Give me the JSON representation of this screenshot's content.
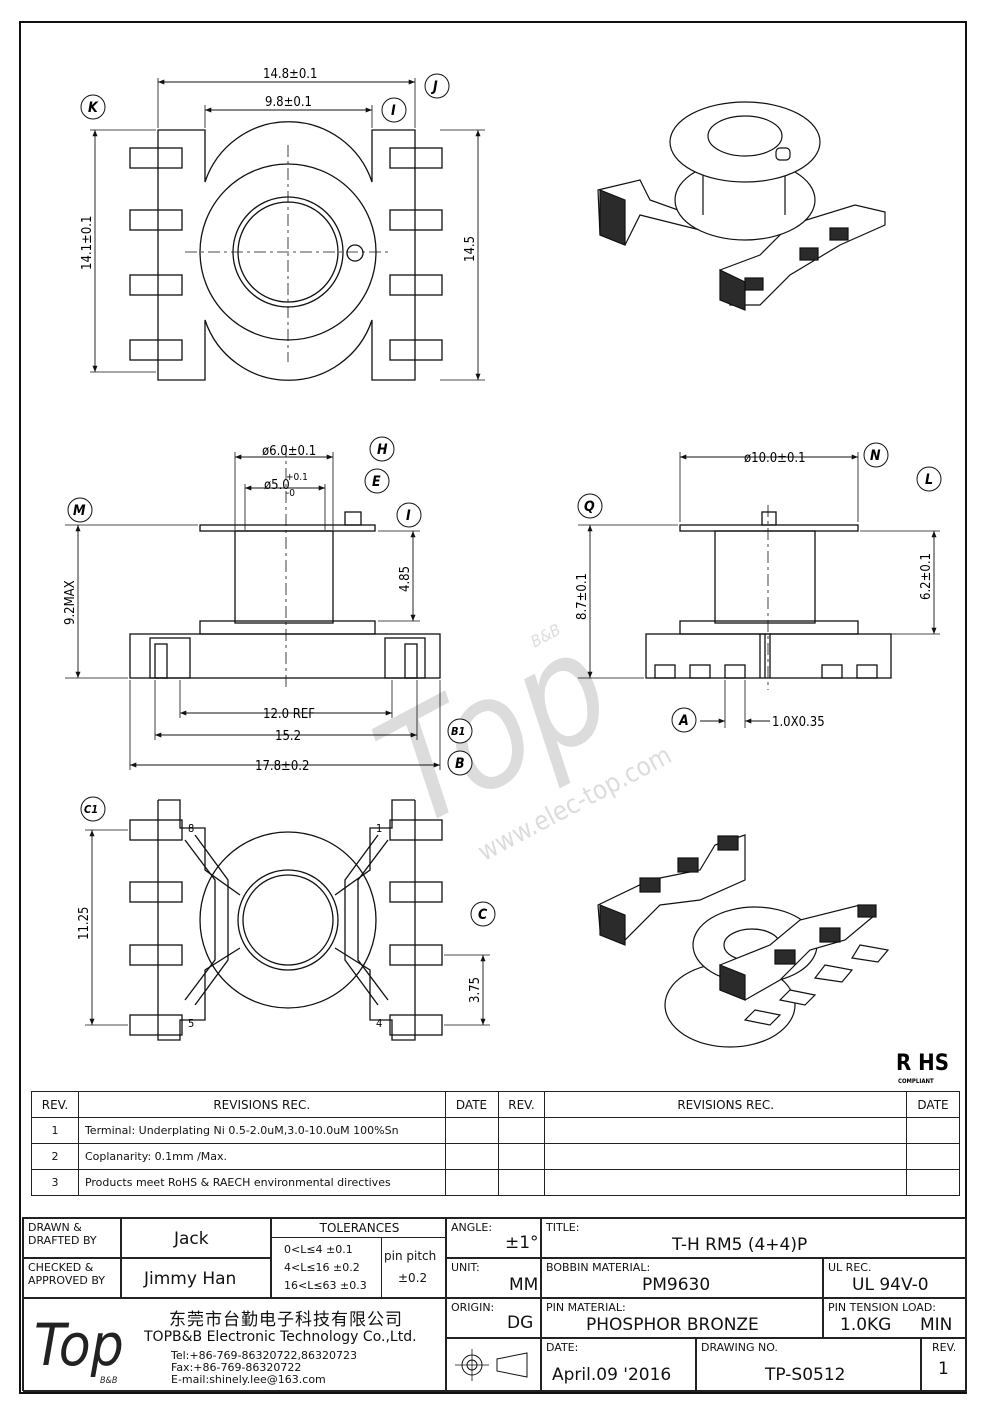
{
  "dims": {
    "top_overall_width": "14.8±0.1",
    "top_inner_width": "9.8±0.1",
    "top_height_left": "14.1±0.1",
    "top_height_right": "14.5",
    "front_outer_dia": "ø6.0±0.1",
    "front_inner_dia": "ø5.0",
    "front_inner_tol_plus": "+0.1",
    "front_inner_tol_minus": "-0",
    "front_height": "9.2MAX",
    "front_flange": "4.85",
    "front_ref": "12.0 REF",
    "front_mid": "15.2",
    "front_overall": "17.8±0.2",
    "side_dia": "ø10.0±0.1",
    "side_height": "8.7±0.1",
    "side_flange": "6.2±0.1",
    "side_pin": "1.0X0.35",
    "bottom_height": "11.25",
    "bottom_pitch": "3.75"
  },
  "callouts": [
    "K",
    "J",
    "I",
    "H",
    "E",
    "M",
    "N",
    "L",
    "Q",
    "A",
    "B1",
    "B",
    "C1",
    "C"
  ],
  "pin_numbers": [
    "8",
    "1",
    "5",
    "4"
  ],
  "rohs": {
    "mark": "R HS",
    "sub": "COMPLIANT"
  },
  "revisions": {
    "headers": {
      "rev": "REV.",
      "rec": "REVISIONS    REC.",
      "date": "DATE"
    },
    "rows": [
      {
        "rev": "1",
        "text": "Terminal: Underplating Ni 0.5-2.0uM,3.0-10.0uM 100%Sn"
      },
      {
        "rev": "2",
        "text": "Coplanarity: 0.1mm  /Max."
      },
      {
        "rev": "3",
        "text": "Products meet RoHS & RAECH environmental directives"
      }
    ]
  },
  "title_block": {
    "drawn_label": "DRAWN &\nDRAFTED BY",
    "drawn_by": "Jack",
    "checked_label": "CHECKED &\nAPPROVED BY",
    "checked_by": "Jimmy Han",
    "tolerances_label": "TOLERANCES",
    "tol_rows": [
      "0<L≤4   ±0.1",
      "4<L≤16  ±0.2",
      "16<L≤63  ±0.3"
    ],
    "pin_pitch_label": "pin pitch",
    "pin_pitch_value": "±0.2",
    "angle_label": "ANGLE:",
    "angle_value": "±1°",
    "unit_label": "UNIT:",
    "unit_value": "MM",
    "origin_label": "ORIGIN:",
    "origin_value": "DG",
    "title_label": "TITLE:",
    "title_value": "T-H  RM5  (4+4)P",
    "bobbin_label": "BOBBIN MATERIAL:",
    "bobbin_value": "PM9630",
    "ul_label": "UL REC.",
    "ul_value": "UL  94V-0",
    "pin_material_label": "PIN MATERIAL:",
    "pin_material_value": "PHOSPHOR  BRONZE",
    "tension_label": "PIN TENSION LOAD:",
    "tension_value": "1.0KG",
    "tension_unit": "MIN",
    "date_label": "DATE:",
    "date_value": "April.09  '2016",
    "drawing_no_label": "DRAWING NO.",
    "drawing_no_value": "TP-S0512",
    "rev_label": "REV.",
    "rev_value": "1",
    "company_cn": "东莞市台勤电子科技有限公司",
    "company_en": "TOPB&B Electronic Technology Co.,Ltd.",
    "tel": "Tel:+86-769-86320722,86320723",
    "fax": "Fax:+86-769-86320722",
    "email": "E-mail:shinely.lee@163.com",
    "logo_text": "Top",
    "logo_sub": "B&B"
  },
  "watermark": {
    "logo": "Top",
    "sub": "B&B",
    "url": "www.elec-top.com"
  }
}
